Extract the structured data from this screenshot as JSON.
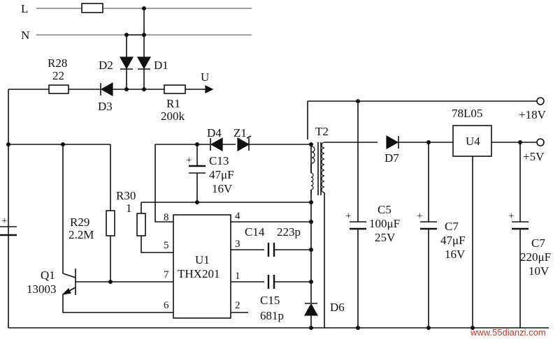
{
  "lines": {
    "L": "L",
    "N": "N"
  },
  "components": {
    "R28": {
      "ref": "R28",
      "value": "22"
    },
    "R1": {
      "ref": "R1",
      "value": "200k"
    },
    "R29": {
      "ref": "R29",
      "value": "2.2M"
    },
    "R30": {
      "ref": "R30",
      "value": "1"
    },
    "D1": "D1",
    "D2": "D2",
    "D3": "D3",
    "D4": "D4",
    "D6": "D6",
    "D7": "D7",
    "Z1": "Z1",
    "T2": "T2",
    "Q1": {
      "ref": "Q1",
      "value": "13003"
    },
    "U1": {
      "ref": "U1",
      "value": "THX201"
    },
    "U4": {
      "ref": "U4",
      "value": "78L05"
    },
    "C13": {
      "ref": "C13",
      "value1": "47μF",
      "value2": "16V"
    },
    "C14": {
      "ref": "C14",
      "value": "223p"
    },
    "C15": {
      "ref": "C15",
      "value": "681p"
    },
    "C5": {
      "ref": "C5",
      "value1": "100μF",
      "value2": "25V"
    },
    "C7a": {
      "ref": "C7",
      "value1": "47μF",
      "value2": "16V"
    },
    "C7b": {
      "ref": "C7",
      "value1": "220μF",
      "value2": "10V"
    }
  },
  "u1_pins": {
    "p8": "8",
    "p5": "5",
    "p7": "7",
    "p6": "6",
    "p4": "4",
    "p3": "3",
    "p1": "1",
    "p2": "2"
  },
  "nets": {
    "U": "U",
    "out18": "+18V",
    "out5": "+5V"
  },
  "polarity": "+",
  "watermark": "www.55dianzi.com"
}
